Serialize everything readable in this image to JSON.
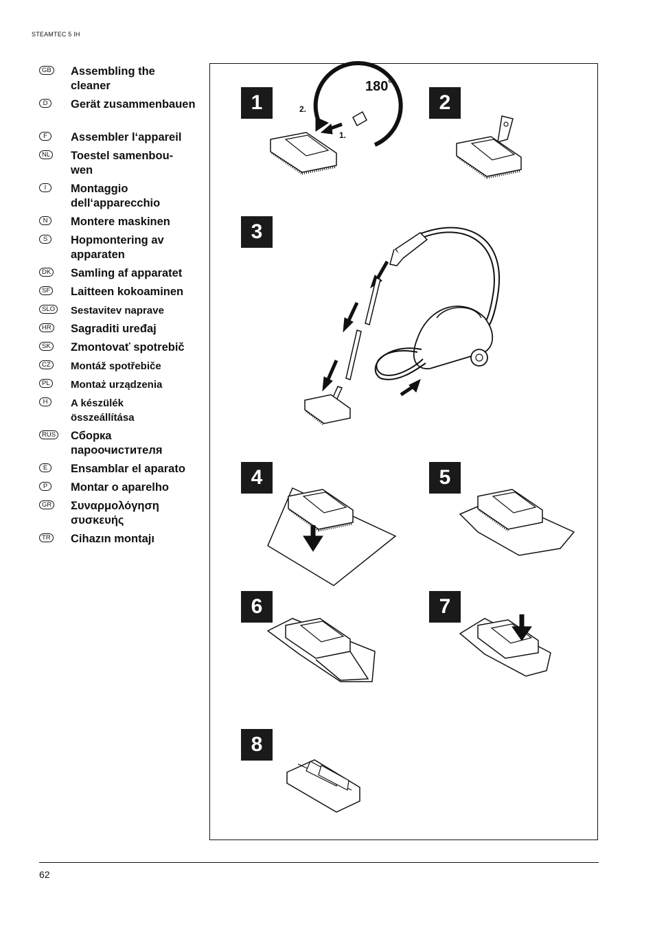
{
  "header": {
    "model": "STEAMTEC 5 IH"
  },
  "languages": [
    {
      "code": "GB",
      "text": "Assembling the cleaner"
    },
    {
      "code": "D",
      "text": "Gerät zusammenbauen"
    },
    {
      "code": "F",
      "text": "Assembler l‘appareil"
    },
    {
      "code": "NL",
      "text": "Toestel samenbou-wen"
    },
    {
      "code": "I",
      "text": "Montaggio dell‘apparecchio"
    },
    {
      "code": "N",
      "text": "Montere maskinen"
    },
    {
      "code": "S",
      "text": "Hopmontering av apparaten"
    },
    {
      "code": "DK",
      "text": "Samling af apparatet"
    },
    {
      "code": "SF",
      "text": "Laitteen kokoaminen"
    },
    {
      "code": "SLO",
      "text": "Sestavitev naprave"
    },
    {
      "code": "HR",
      "text": "Sagraditi uređaj"
    },
    {
      "code": "SK",
      "text": "Zmontovať spotrebič"
    },
    {
      "code": "CZ",
      "text": "Montáž spotřebiče"
    },
    {
      "code": "PL",
      "text": "Montaż urządzenia"
    },
    {
      "code": "H",
      "text": "A készülék összeállítása"
    },
    {
      "code": "RUS",
      "text": "Сборка пароочистителя"
    },
    {
      "code": "E",
      "text": "Ensamblar el aparato"
    },
    {
      "code": "P",
      "text": "Montar o aparelho"
    },
    {
      "code": "GR",
      "text": "Συναρμολόγηση συσκευής"
    },
    {
      "code": "TR",
      "text": "Cihazın montajı"
    }
  ],
  "steps": [
    "1",
    "2",
    "3",
    "4",
    "5",
    "6",
    "7",
    "8"
  ],
  "step1_labels": {
    "angle": "180˚",
    "first": "1.",
    "second": "2."
  },
  "footer": {
    "page_number": "62"
  },
  "colors": {
    "badge": "#1a1a1a",
    "ink": "#111111"
  }
}
